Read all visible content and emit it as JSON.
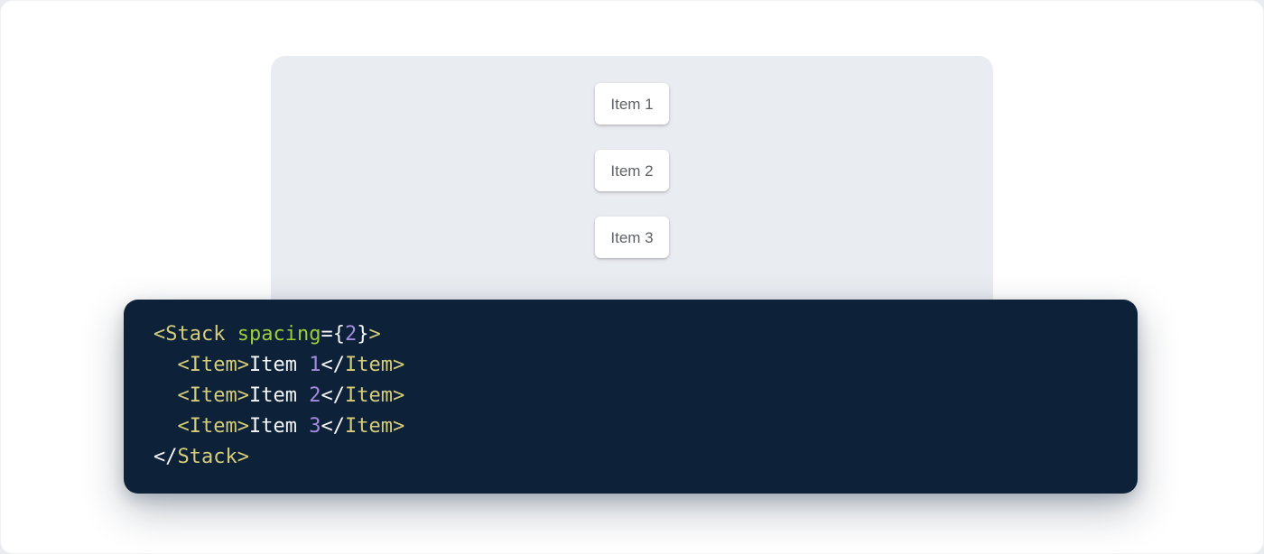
{
  "theme": {
    "page_bg": "#e8ecf0",
    "surface_bg": "#ffffff",
    "panel_bg": "#e9ecf1",
    "card_bg": "#ffffff",
    "card_text": "#5d6166",
    "code_bg": "#0d2138",
    "code_tag": "#d6cd7b",
    "code_attr": "#9ccd3d",
    "code_num": "#a38ce0",
    "code_plain": "#f5f7fa"
  },
  "demo": {
    "items": [
      {
        "label": "Item 1"
      },
      {
        "label": "Item 2"
      },
      {
        "label": "Item 3"
      }
    ]
  },
  "code": {
    "language": "jsx",
    "text": "<Stack spacing={2}>\n  <Item>Item 1</Item>\n  <Item>Item 2</Item>\n  <Item>Item 3</Item>\n</Stack>",
    "lines": [
      [
        {
          "t": "tag",
          "s": "<Stack"
        },
        {
          "t": "plain",
          "s": " "
        },
        {
          "t": "attr",
          "s": "spacing"
        },
        {
          "t": "plain",
          "s": "={"
        },
        {
          "t": "num",
          "s": "2"
        },
        {
          "t": "plain",
          "s": "}"
        },
        {
          "t": "tag",
          "s": ">"
        }
      ],
      [
        {
          "t": "plain",
          "s": "  "
        },
        {
          "t": "tag",
          "s": "<Item>"
        },
        {
          "t": "plain",
          "s": "Item "
        },
        {
          "t": "num",
          "s": "1"
        },
        {
          "t": "plain",
          "s": "</"
        },
        {
          "t": "tag",
          "s": "Item>"
        }
      ],
      [
        {
          "t": "plain",
          "s": "  "
        },
        {
          "t": "tag",
          "s": "<Item>"
        },
        {
          "t": "plain",
          "s": "Item "
        },
        {
          "t": "num",
          "s": "2"
        },
        {
          "t": "plain",
          "s": "</"
        },
        {
          "t": "tag",
          "s": "Item>"
        }
      ],
      [
        {
          "t": "plain",
          "s": "  "
        },
        {
          "t": "tag",
          "s": "<Item>"
        },
        {
          "t": "plain",
          "s": "Item "
        },
        {
          "t": "num",
          "s": "3"
        },
        {
          "t": "plain",
          "s": "</"
        },
        {
          "t": "tag",
          "s": "Item>"
        }
      ],
      [
        {
          "t": "plain",
          "s": "</"
        },
        {
          "t": "tag",
          "s": "Stack>"
        }
      ]
    ]
  }
}
